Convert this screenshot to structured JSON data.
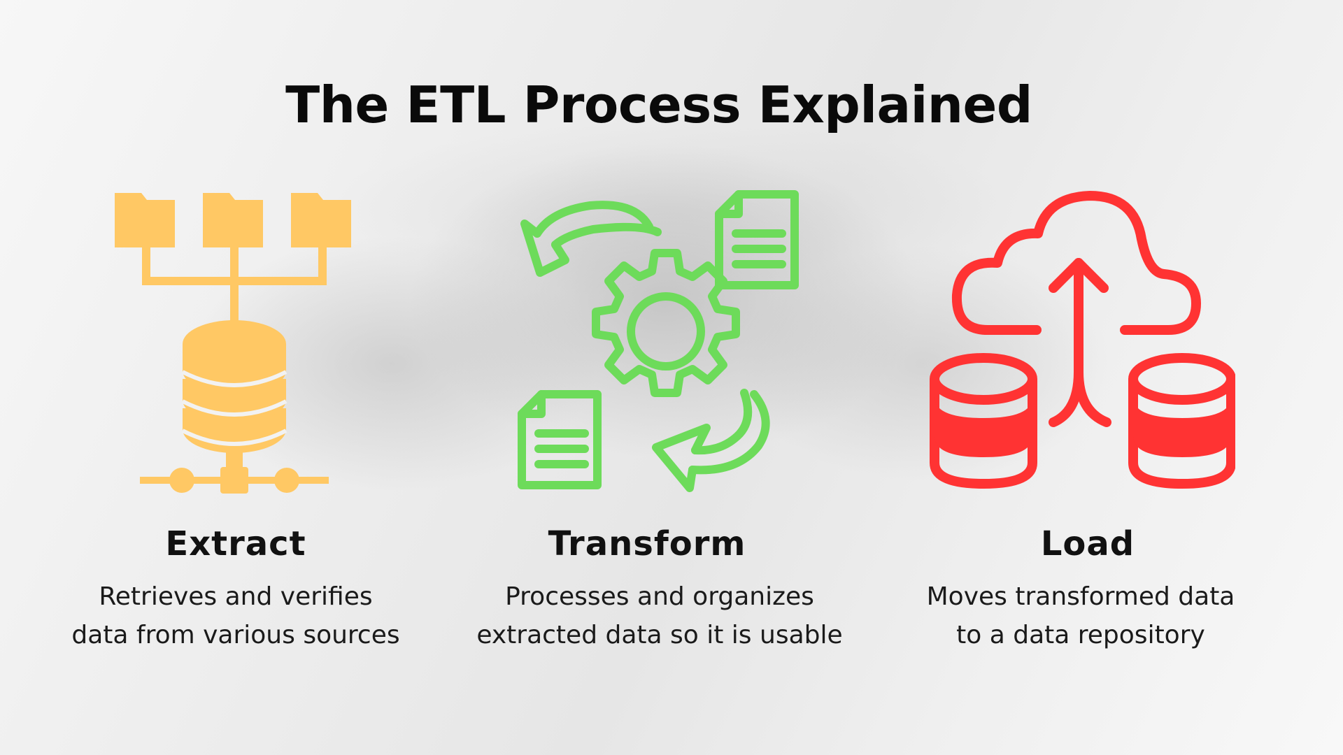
{
  "title": "The ETL Process Explained",
  "colors": {
    "extract": "#ffc864",
    "transform": "#6ddb5a",
    "load": "#ff3333"
  },
  "steps": [
    {
      "icon": "folders-to-database-icon",
      "heading": "Extract",
      "description_lines": [
        "Retrieves and verifies",
        "data from various sources"
      ]
    },
    {
      "icon": "gear-with-documents-cycle-icon",
      "heading": "Transform",
      "description_lines": [
        "Processes and organizes",
        "extracted data so it is usable"
      ]
    },
    {
      "icon": "cloud-upload-databases-icon",
      "heading": "Load",
      "description_lines": [
        "Moves transformed data",
        "to a data repository"
      ]
    }
  ]
}
